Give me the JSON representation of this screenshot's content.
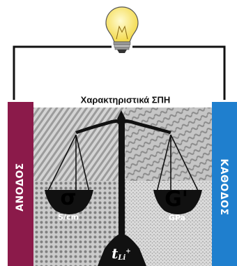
{
  "title": "Χαρακτηριστικά ΣΠΗ",
  "electrodes": {
    "anode": "ΑΝΟΔΟΣ",
    "cathode": "ΚΑΘΟΔΟΣ"
  },
  "scale": {
    "left_pan": {
      "symbol": "σ",
      "unit": "S/cm"
    },
    "right_pan": {
      "symbol": "G'",
      "unit": "GPa"
    },
    "base": {
      "symbol": "t",
      "subscript": "Li",
      "superscript": "+"
    }
  },
  "colors": {
    "anode": "#8b1a4a",
    "cathode": "#1f7fce",
    "wire": "#111111",
    "bulb": "#f7e36b"
  },
  "icons": [
    "light-bulb-icon",
    "balance-scale-icon"
  ]
}
